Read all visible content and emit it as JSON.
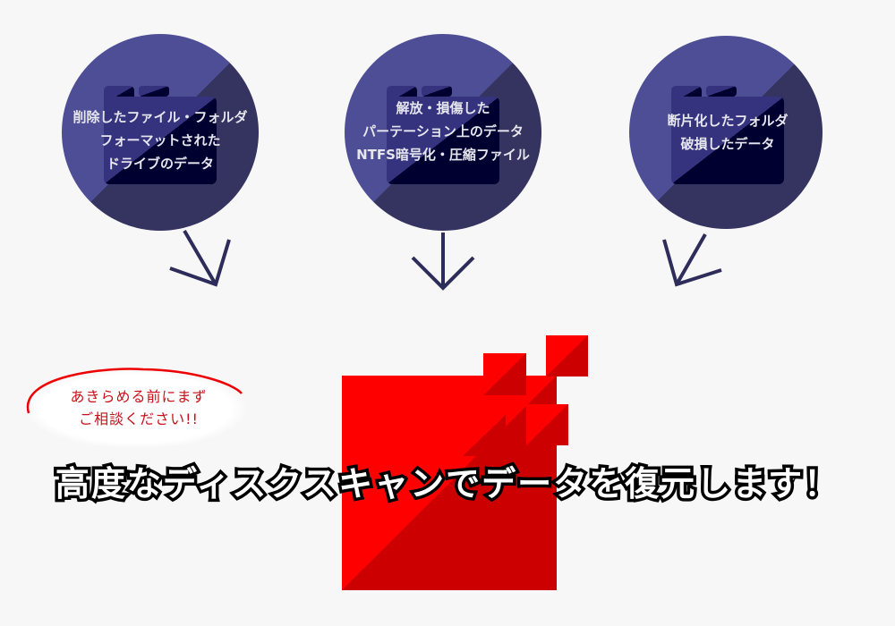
{
  "circles": [
    {
      "lines": [
        "削除したファイル・フォルダ",
        "フォーマットされた",
        "ドライブのデータ"
      ]
    },
    {
      "lines": [
        "解放・損傷した",
        "パーテーション上のデータ",
        "NTFS暗号化・圧縮ファイル"
      ]
    },
    {
      "lines": [
        "断片化したフォルダ",
        "破損したデータ"
      ]
    }
  ],
  "bubble": {
    "line1": "あきらめる前にまず",
    "line2": "ご相談ください!!"
  },
  "headline": "高度なディスクスキャンでデータを復元します！",
  "colors": {
    "circle_light": "#4e4e96",
    "circle_dark": "#35335f",
    "red_light": "#ff0000",
    "red_dark": "#cc0000",
    "arrow": "#2e2c5a"
  }
}
